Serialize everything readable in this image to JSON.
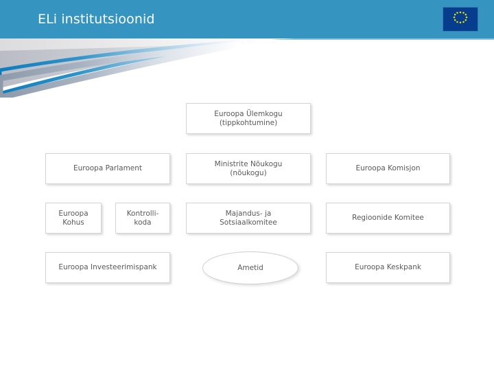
{
  "header": {
    "title": "ELi institutsioonid",
    "band_color": "#3595c0",
    "title_color": "#ffffff",
    "emblem_name": "european-union-flag",
    "emblem_star_count": 12,
    "emblem_field_color": "#063d8c",
    "emblem_star_color": "#f2e500"
  },
  "theme": {
    "background": "#ffffff",
    "node_border": "#d4d4d4",
    "node_text": "#595959",
    "swoosh_blue": "#1b80bf",
    "swoosh_gray": "#a8aeb8",
    "swoosh_light_gray": "#e9e9ea"
  },
  "diagram": {
    "type": "organizational-chart",
    "rows": [
      {
        "row": 1,
        "nodes": [
          {
            "id": "ulemkogu",
            "shape": "rectangle",
            "label": "Euroopa Ülemkogu\n(tippkohtumine)"
          }
        ]
      },
      {
        "row": 2,
        "nodes": [
          {
            "id": "parlament",
            "shape": "rectangle",
            "label": "Euroopa Parlament"
          },
          {
            "id": "noukogu",
            "shape": "rectangle",
            "label": "Ministrite Nõukogu\n(nõukogu)"
          },
          {
            "id": "komisjon",
            "shape": "rectangle",
            "label": "Euroopa Komisjon"
          }
        ]
      },
      {
        "row": 3,
        "nodes": [
          {
            "id": "kohus",
            "shape": "rectangle",
            "label": "Euroopa\nKohus"
          },
          {
            "id": "kontrollikoda",
            "shape": "rectangle",
            "label": "Kontrolli-\nkoda"
          },
          {
            "id": "majandus",
            "shape": "rectangle",
            "label": "Majandus- ja\nSotsiaalkomitee"
          },
          {
            "id": "regioonide",
            "shape": "rectangle",
            "label": "Regioonide Komitee"
          }
        ]
      },
      {
        "row": 4,
        "nodes": [
          {
            "id": "eib",
            "shape": "rectangle",
            "label": "Euroopa Investeerimispank"
          },
          {
            "id": "ametid",
            "shape": "ellipse",
            "label": "Ametid"
          },
          {
            "id": "keskpank",
            "shape": "rectangle",
            "label": "Euroopa Keskpank"
          }
        ]
      }
    ]
  }
}
